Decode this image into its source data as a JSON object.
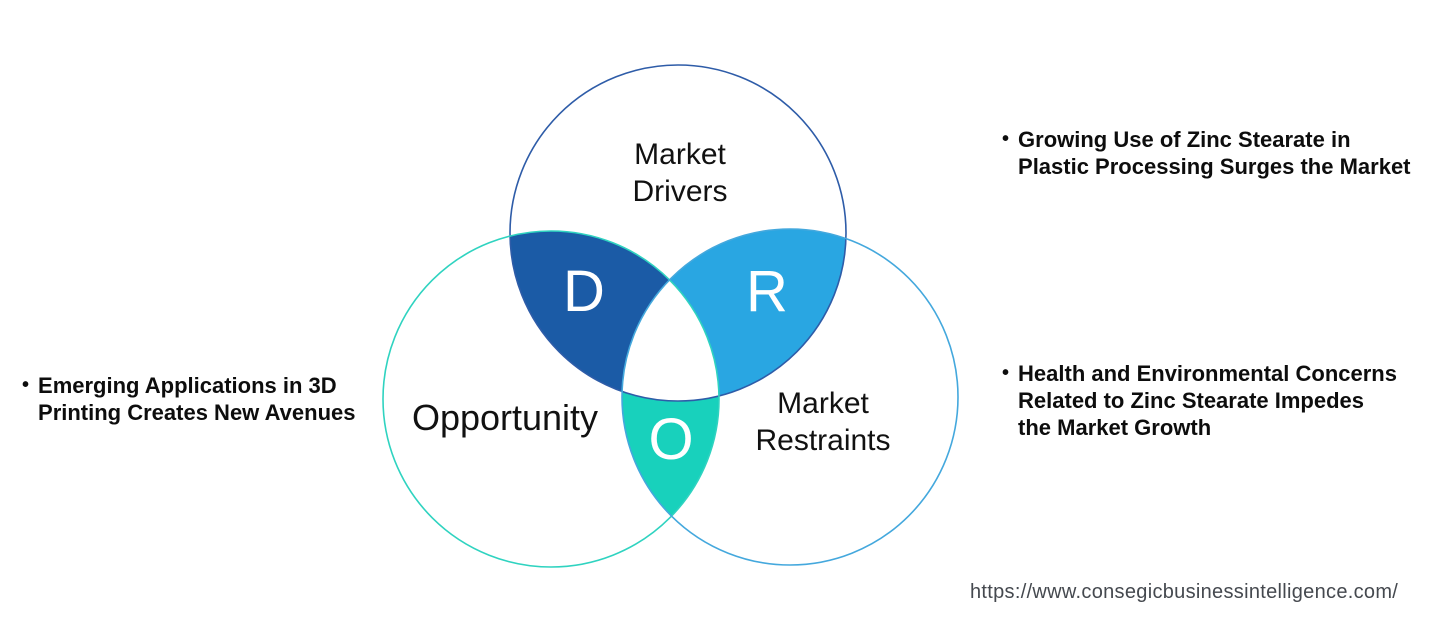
{
  "diagram": {
    "type": "venn",
    "circles": [
      {
        "id": "market-drivers",
        "label": "Market\nDrivers",
        "stroke": "#2e5ca8"
      },
      {
        "id": "opportunity",
        "label": "Opportunity",
        "stroke": "#2fd3c0"
      },
      {
        "id": "market-restraints",
        "label": "Market\nRestraints",
        "stroke": "#44a8dd"
      }
    ],
    "intersections": [
      {
        "letter": "D",
        "between": [
          "Market Drivers",
          "Opportunity"
        ],
        "fill": "#1b5ba6",
        "text_color": "#ffffff"
      },
      {
        "letter": "R",
        "between": [
          "Market Drivers",
          "Market Restraints"
        ],
        "fill": "#29a6e2",
        "text_color": "#ffffff"
      },
      {
        "letter": "O",
        "between": [
          "Opportunity",
          "Market Restraints"
        ],
        "fill": "#18d1bc",
        "text_color": "#ffffff"
      }
    ]
  },
  "annotations": {
    "bullet": "•",
    "opportunity_note": "Emerging Applications in 3D\nPrinting Creates New Avenues",
    "drivers_note": "Growing Use of Zinc Stearate in\nPlastic Processing Surges the Market",
    "restraints_note": "Health and Environmental Concerns\nRelated to Zinc Stearate Impedes\nthe Market Growth"
  },
  "footer": {
    "url": "https://www.consegicbusinessintelligence.com/"
  }
}
